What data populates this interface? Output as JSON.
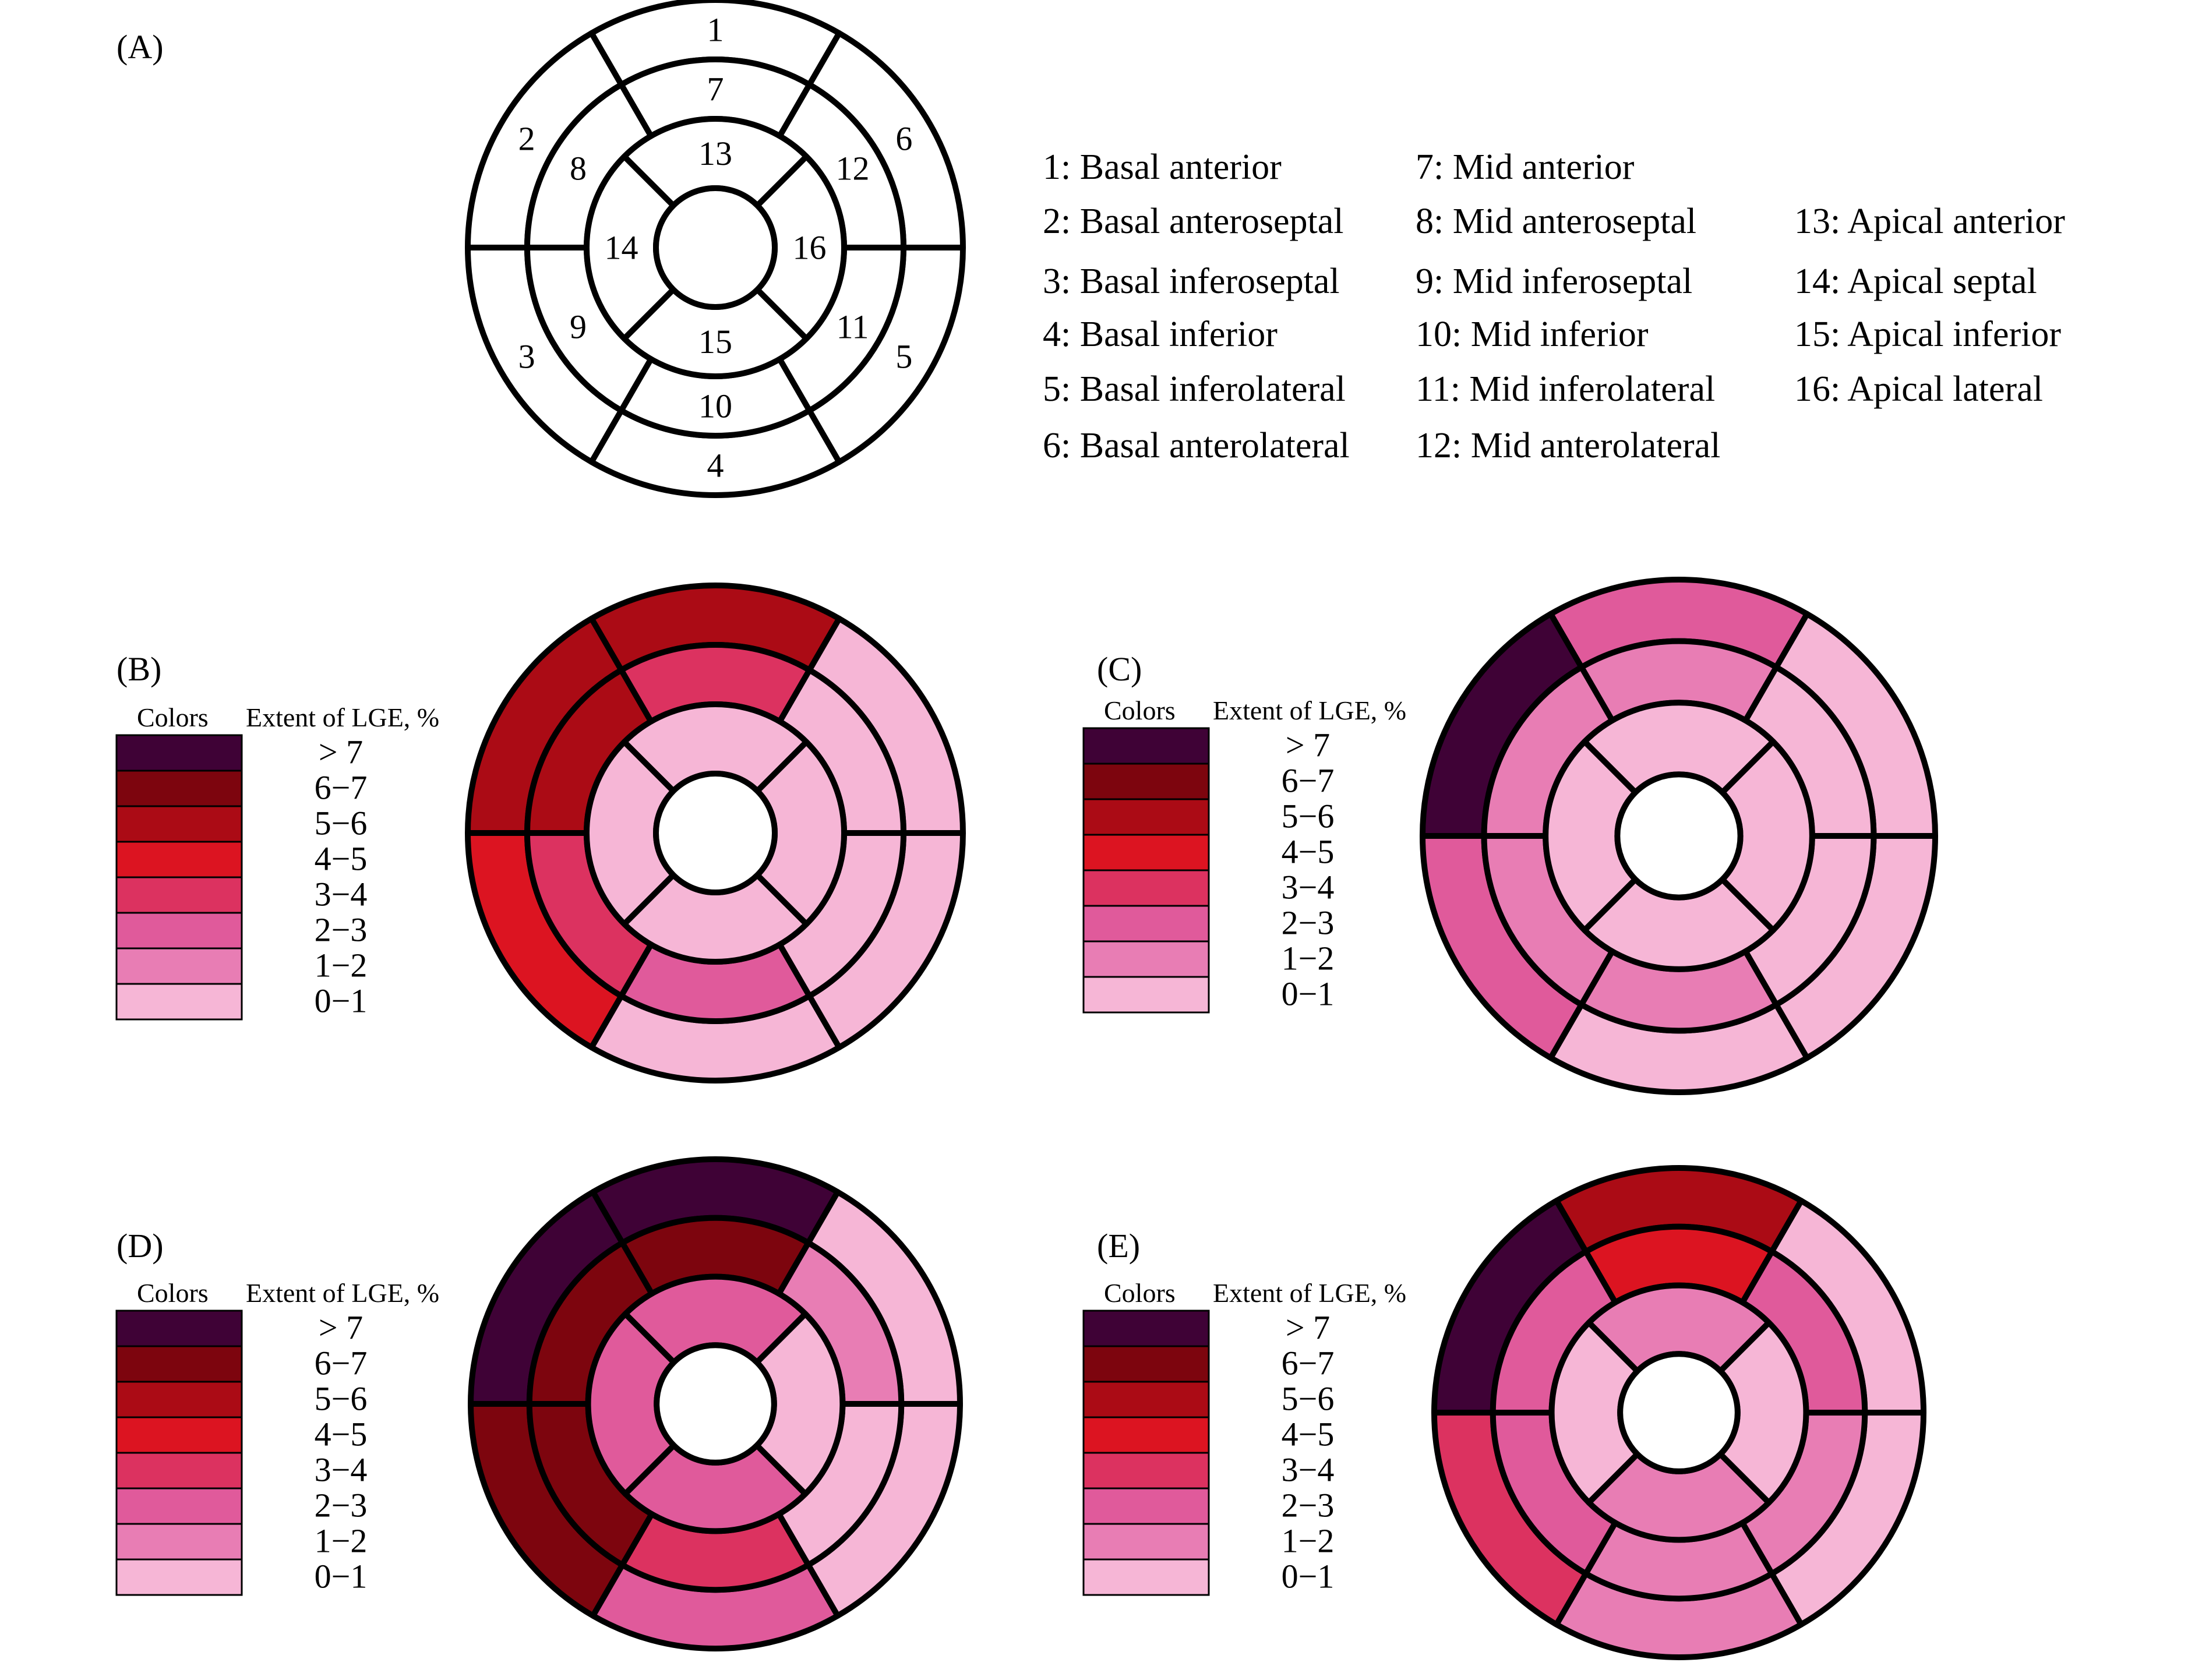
{
  "panels": [
    {
      "id": "A",
      "label": "(A)"
    },
    {
      "id": "B",
      "label": "(B)"
    },
    {
      "id": "C",
      "label": "(C)"
    },
    {
      "id": "D",
      "label": "(D)"
    },
    {
      "id": "E",
      "label": "(E)"
    }
  ],
  "segment_key": [
    {
      "number": 1,
      "text": "1: Basal anterior"
    },
    {
      "number": 2,
      "text": "2: Basal anteroseptal"
    },
    {
      "number": 3,
      "text": "3: Basal inferoseptal"
    },
    {
      "number": 4,
      "text": "4: Basal inferior"
    },
    {
      "number": 5,
      "text": "5: Basal inferolateral"
    },
    {
      "number": 6,
      "text": "6: Basal anterolateral"
    },
    {
      "number": 7,
      "text": "7: Mid anterior"
    },
    {
      "number": 8,
      "text": "8: Mid anteroseptal"
    },
    {
      "number": 9,
      "text": "9: Mid inferoseptal"
    },
    {
      "number": 10,
      "text": "10: Mid inferior"
    },
    {
      "number": 11,
      "text": "11: Mid inferolateral"
    },
    {
      "number": 12,
      "text": "12: Mid anterolateral"
    },
    {
      "number": 13,
      "text": "13: Apical anterior"
    },
    {
      "number": 14,
      "text": "14: Apical septal"
    },
    {
      "number": 15,
      "text": "15: Apical inferior"
    },
    {
      "number": 16,
      "text": "16: Apical lateral"
    }
  ],
  "legend": {
    "colors_header": "Colors",
    "extent_header": "Extent of LGE, %",
    "levels": [
      {
        "label": "> 7",
        "color": "#3f0236"
      },
      {
        "label": "6−7",
        "color": "#7d050e"
      },
      {
        "label": "5−6",
        "color": "#ab0b15"
      },
      {
        "label": "4−5",
        "color": "#dc1421"
      },
      {
        "label": "3−4",
        "color": "#dc3260"
      },
      {
        "label": "2−3",
        "color": "#e05a9b"
      },
      {
        "label": "1−2",
        "color": "#e87db4"
      },
      {
        "label": "0−1",
        "color": "#f6b6d6"
      }
    ]
  },
  "chart_data": [
    {
      "type": "heatmap",
      "panel": "B",
      "description_of_values": "LGE extent level per AHA segment (0 = 0-1 %, 7 = >7 %)",
      "segments": [
        1,
        2,
        3,
        4,
        5,
        6,
        7,
        8,
        9,
        10,
        11,
        12,
        13,
        14,
        15,
        16
      ],
      "levels": [
        5,
        5,
        4,
        0,
        0,
        0,
        3,
        5,
        3,
        2,
        0,
        0,
        0,
        0,
        0,
        0
      ]
    },
    {
      "type": "heatmap",
      "panel": "C",
      "segments": [
        1,
        2,
        3,
        4,
        5,
        6,
        7,
        8,
        9,
        10,
        11,
        12,
        13,
        14,
        15,
        16
      ],
      "levels": [
        2,
        7,
        2,
        0,
        0,
        0,
        1,
        1,
        1,
        1,
        0,
        0,
        0,
        0,
        0,
        0
      ]
    },
    {
      "type": "heatmap",
      "panel": "D",
      "segments": [
        1,
        2,
        3,
        4,
        5,
        6,
        7,
        8,
        9,
        10,
        11,
        12,
        13,
        14,
        15,
        16
      ],
      "levels": [
        7,
        7,
        6,
        2,
        0,
        0,
        6,
        6,
        6,
        3,
        0,
        1,
        2,
        2,
        2,
        0
      ]
    },
    {
      "type": "heatmap",
      "panel": "E",
      "segments": [
        1,
        2,
        3,
        4,
        5,
        6,
        7,
        8,
        9,
        10,
        11,
        12,
        13,
        14,
        15,
        16
      ],
      "levels": [
        5,
        7,
        3,
        1,
        0,
        0,
        4,
        2,
        2,
        1,
        1,
        2,
        1,
        0,
        1,
        0
      ]
    }
  ]
}
